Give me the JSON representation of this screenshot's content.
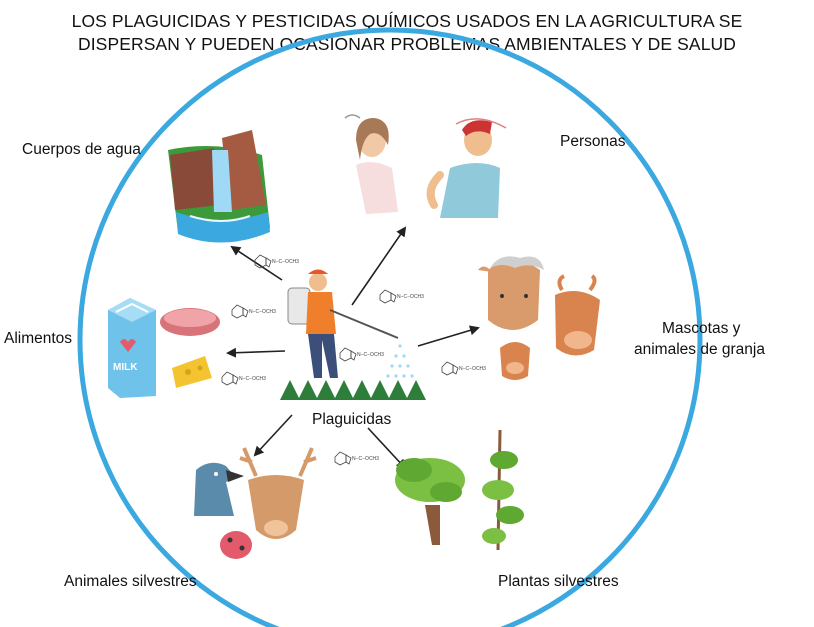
{
  "title": {
    "line1": "LOS PLAGUICIDAS Y PESTICIDAS QUÍMICOS USADOS EN LA AGRICULTURA  SE",
    "line2": "DISPERSAN Y PUEDEN OCASIONAR PROBLEMAS AMBIENTALES Y DE SALUD"
  },
  "center": {
    "label": "Plaguicidas"
  },
  "labels": {
    "water": "Cuerpos de agua",
    "people": "Personas",
    "food": "Alimentos",
    "pets_line1": "Mascotas y",
    "pets_line2": "animales de granja",
    "wild_animals": "Animales silvestres",
    "wild_plants": "Plantas silvestres"
  },
  "illustrations": {
    "milk_text": "MILK",
    "chem_text": "N−C−OCH3"
  },
  "colors": {
    "circle": "#3ba9e0",
    "arrow": "#222222"
  }
}
